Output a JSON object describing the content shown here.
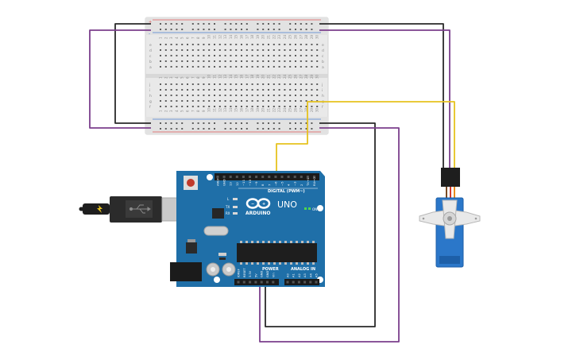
{
  "colors": {
    "canvas": "#ffffff",
    "breadboard": "#e9e9e9",
    "breadboard_hole": "#5d5d5d",
    "rail_red": "#e05a5a",
    "rail_blue": "#4a7fd0",
    "arduino_blue": "#1f6fa8",
    "arduino_dark": "#175a8a",
    "wire_black": "#2a2a2a",
    "wire_purple": "#7b3f8c",
    "wire_yellow": "#e6c21f",
    "servo_blue": "#2b77c9",
    "servo_wire_brown": "#7a4a22",
    "servo_wire_red": "#d33a2c",
    "servo_wire_orange": "#e88a1a"
  },
  "breadboard": {
    "row_letters_top": [
      "a",
      "b",
      "c",
      "d",
      "e"
    ],
    "row_letters_bottom": [
      "f",
      "g",
      "h",
      "i",
      "j"
    ],
    "column_numbers": [
      "1",
      "2",
      "3",
      "4",
      "5",
      "6",
      "7",
      "8",
      "9",
      "10",
      "11",
      "12",
      "13",
      "14",
      "15",
      "16",
      "17",
      "18",
      "19",
      "20",
      "21",
      "22",
      "23",
      "24",
      "25",
      "26",
      "27",
      "28",
      "29",
      "30"
    ],
    "rail_plus": "+",
    "rail_minus": "-"
  },
  "arduino": {
    "brand": "ARDUINO",
    "model": "UNO",
    "digital_label": "DIGITAL (PWM~)",
    "power_label": "POWER",
    "analog_label": "ANALOG IN",
    "on_label": "ON",
    "tx_label": "TX",
    "rx_label": "RX",
    "l_label": "L",
    "digital_pins": [
      "AREF",
      "GND",
      "13",
      "12",
      "~11",
      "~10",
      "~9",
      "8",
      "7",
      "~6",
      "~5",
      "4",
      "~3",
      "2",
      "TX→1",
      "RX←0"
    ],
    "power_pins": [
      "IOREF",
      "RESET",
      "3.3V",
      "5V",
      "GND",
      "GND",
      "Vin"
    ],
    "analog_pins": [
      "A0",
      "A1",
      "A2",
      "A3",
      "A4",
      "A5"
    ]
  },
  "icons": {
    "usb_cable": "usb-icon",
    "servo": "servo-motor-icon"
  }
}
